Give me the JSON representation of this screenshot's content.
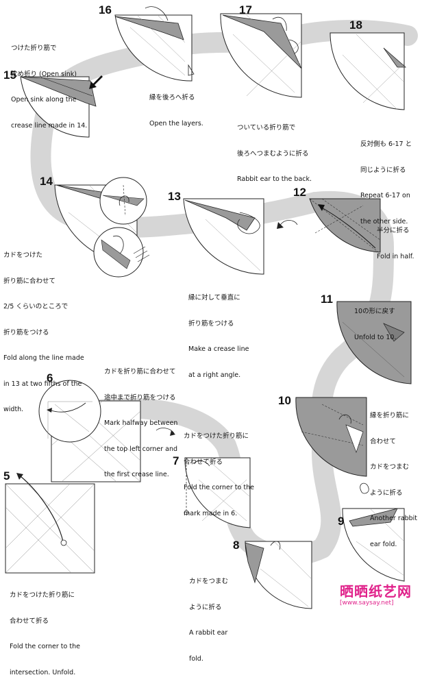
{
  "steps": {
    "s5": {
      "num": "5",
      "caption": [
        "カドをつけた折り筋に",
        "合わせて折る",
        "Fold the corner to the",
        "intersection. Unfold."
      ]
    },
    "s6": {
      "num": "6",
      "caption": [
        "カドを折り筋に合わせて",
        "途中まで折り筋をつける",
        "Mark halfway between",
        "the top left corner and",
        "the first crease line."
      ]
    },
    "s7": {
      "num": "7",
      "caption": [
        "カドをつけた折り筋に",
        "合わせて折る",
        "Fold the corner to the",
        "mark made in 6."
      ]
    },
    "s8": {
      "num": "8",
      "caption": [
        "カドをつまむ",
        "ように折る",
        "A rabbit ear",
        "fold."
      ]
    },
    "s9": {
      "num": "9"
    },
    "s10": {
      "num": "10",
      "caption": [
        "縁を折り筋に",
        "合わせて",
        "カドをつまむ",
        "ように折る",
        "Another rabbit",
        "ear fold."
      ]
    },
    "s11": {
      "num": "11",
      "caption": [
        "10の形に戻す",
        "Unfold to 10."
      ]
    },
    "s12": {
      "num": "12",
      "caption": [
        "半分に折る",
        "Fold in half."
      ]
    },
    "s13": {
      "num": "13",
      "caption": [
        "縁に対して垂直に",
        "折り筋をつける",
        "Make a crease line",
        "at a right angle."
      ]
    },
    "s14": {
      "num": "14",
      "caption": [
        "カドをつけた",
        "折り筋に合わせて",
        "2/5 くらいのところで",
        "折り筋をつける",
        "Fold along the line made",
        "in 13 at two fifths of the",
        "width."
      ]
    },
    "s15": {
      "num": "15",
      "caption": [
        "つけた折り筋で",
        "沈め折り (Open sink)",
        "Open sink along the",
        "crease line made in 14."
      ]
    },
    "s16": {
      "num": "16",
      "caption": [
        "縁を後ろへ折る",
        "Open the layers."
      ]
    },
    "s17": {
      "num": "17",
      "caption": [
        "ついている折り筋で",
        "後ろへつまむように折る",
        "Rabbit ear to the back."
      ]
    },
    "s18": {
      "num": "18",
      "caption": [
        "反対側も 6-17 と",
        "同じように折る",
        "Repeat 6-17 on",
        "the other side."
      ]
    }
  },
  "watermark": {
    "title": "晒晒纸艺网",
    "url": "[www.saysay.net]"
  },
  "colors": {
    "path": "#d6d6d6",
    "paper_gray": "#9a9a9a",
    "line": "#222222",
    "accent": "#e0218a"
  }
}
